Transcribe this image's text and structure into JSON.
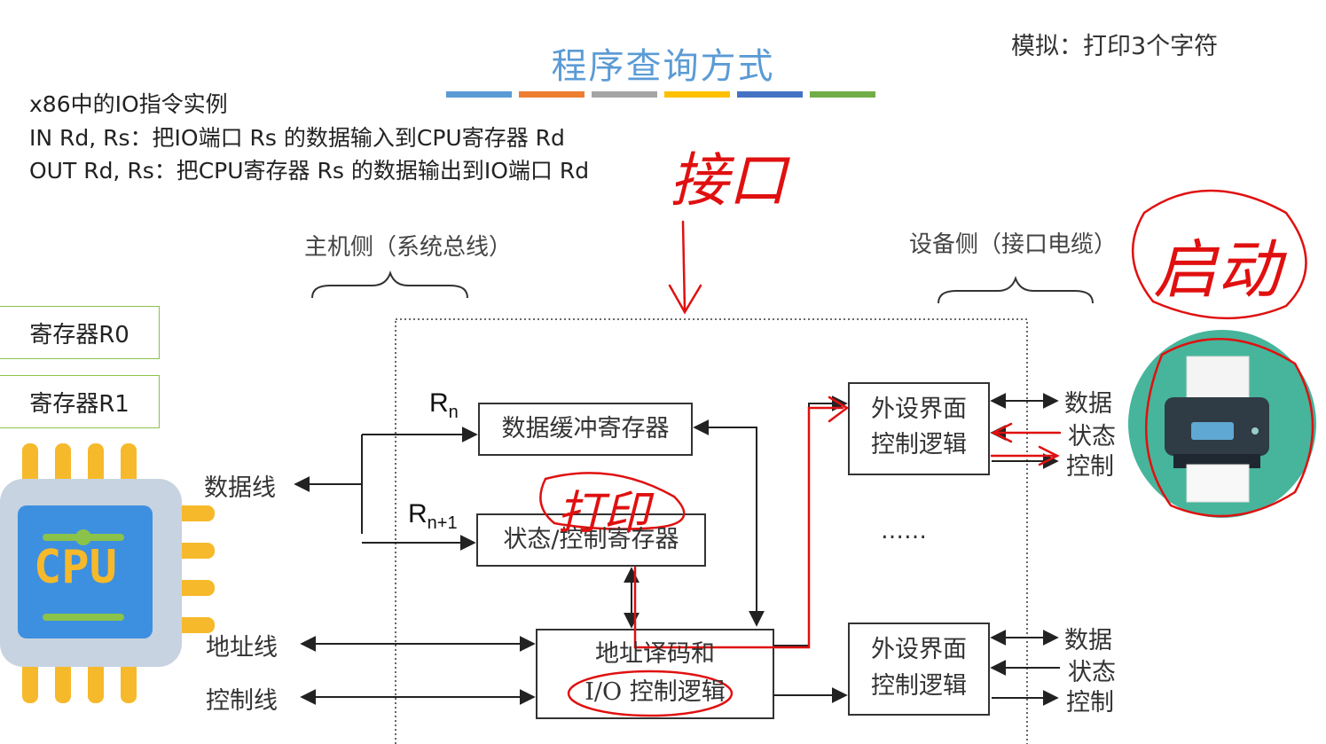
{
  "header": {
    "title": "程序查询方式",
    "simulation_note": "模拟：打印3个字符",
    "bar_colors": [
      "#5b9bd5",
      "#ed7d31",
      "#a5a5a5",
      "#ffc000",
      "#4472c4",
      "#70ad47"
    ]
  },
  "instructions": {
    "heading": "x86中的IO指令实例",
    "in_line": "IN Rd, Rs：把IO端口 Rs 的数据输入到CPU寄存器 Rd",
    "out_line": "OUT Rd, Rs：把CPU寄存器 Rs 的数据输出到IO端口 Rd"
  },
  "registers": [
    "寄存器R0",
    "寄存器R1"
  ],
  "cpu": {
    "label": "CPU",
    "icon": "cpu-chip-icon"
  },
  "printer": {
    "icon": "printer-icon"
  },
  "diagram": {
    "host_side": "主机侧（系统总线）",
    "device_side": "设备侧（接口电缆）",
    "bus_data": "数据线",
    "bus_address": "地址线",
    "bus_control": "控制线",
    "rn": "R",
    "rn_sub": "n",
    "rn1": "R",
    "rn1_sub": "n+1",
    "data_buffer": "数据缓冲寄存器",
    "status_control": "状态/控制寄存器",
    "decoder_line1": "地址译码和",
    "decoder_line2": "I/O 控制逻辑",
    "periph1_line1": "外设界面",
    "periph1_line2": "控制逻辑",
    "periph2_line1": "外设界面",
    "periph2_line2": "控制逻辑",
    "ellipsis": "……",
    "dev1": [
      "数据",
      "状态",
      "控制"
    ],
    "dev2": [
      "数据",
      "状态",
      "控制"
    ]
  },
  "handwriting": {
    "interface": "接口",
    "start": "启动",
    "print": "打印",
    "color": "#e01010"
  }
}
